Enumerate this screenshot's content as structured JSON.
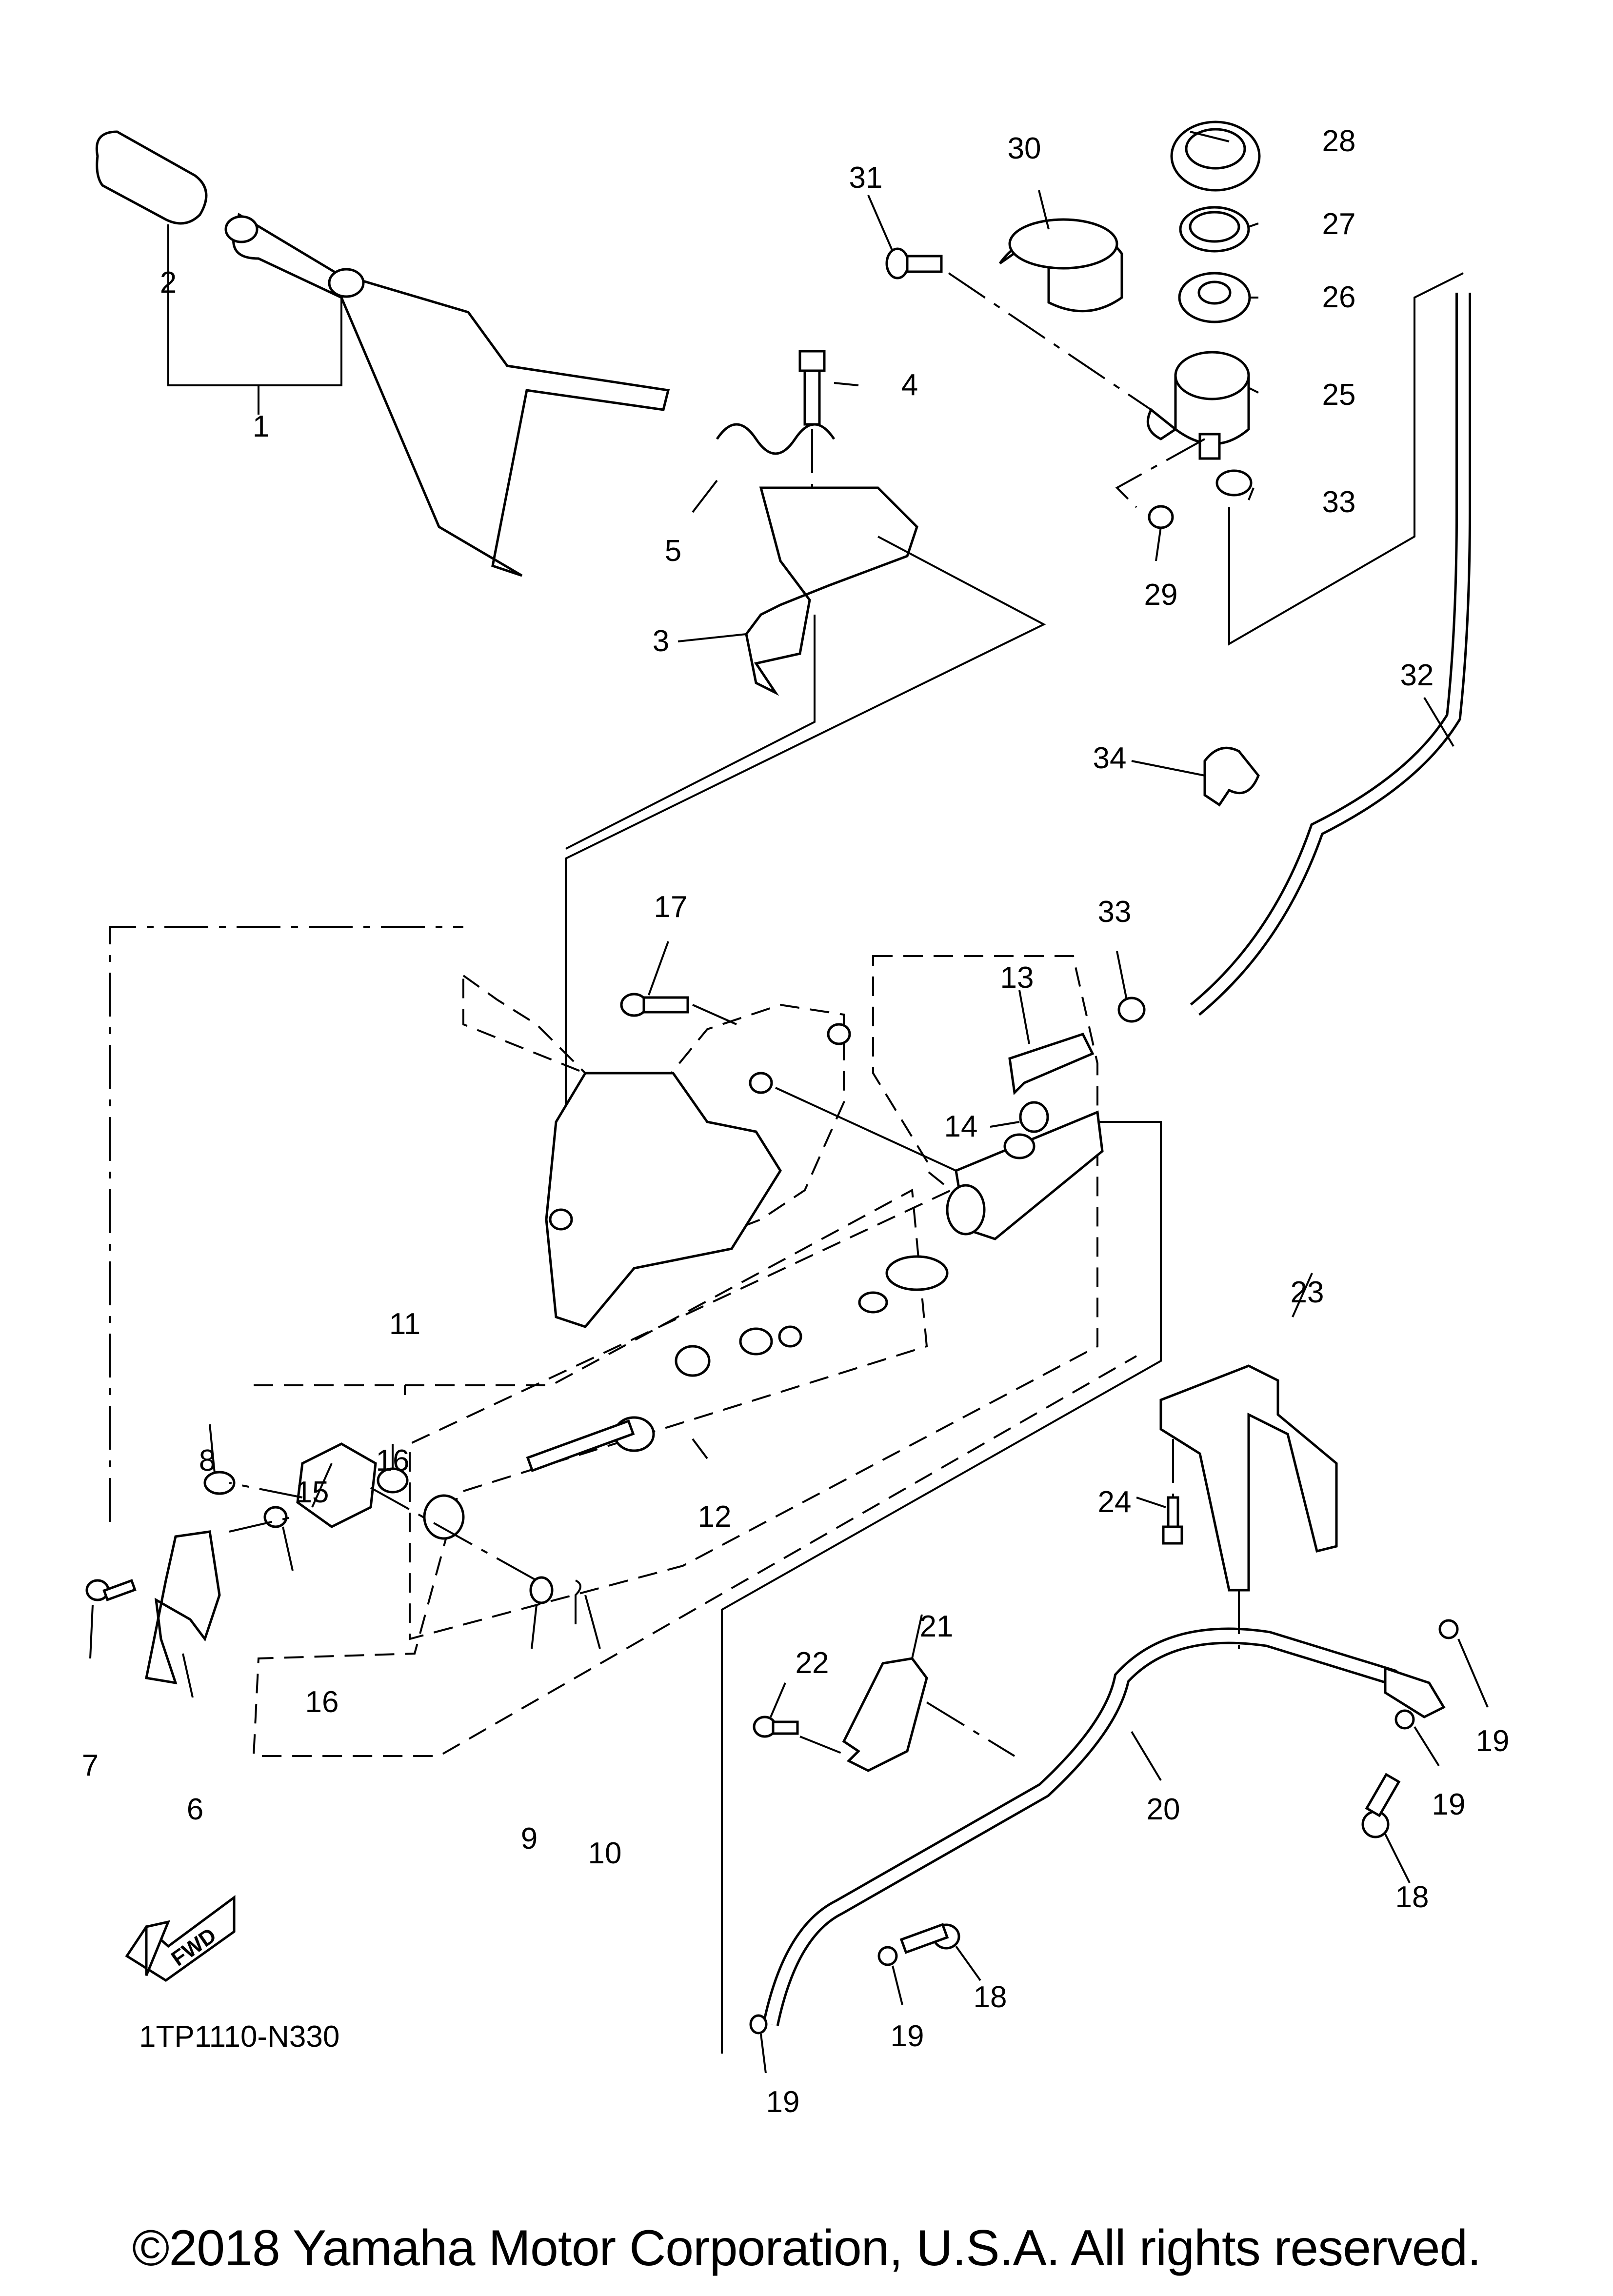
{
  "diagram": {
    "title_code": "1TP1110-N330",
    "copyright": "©2018 Yamaha Motor Corporation, U.S.A. All rights reserved.",
    "fwd_label": "FWD",
    "callouts": [
      {
        "id": "1",
        "text": "1"
      },
      {
        "id": "2",
        "text": "2"
      },
      {
        "id": "3",
        "text": "3"
      },
      {
        "id": "4",
        "text": "4"
      },
      {
        "id": "5",
        "text": "5"
      },
      {
        "id": "6",
        "text": "6"
      },
      {
        "id": "7",
        "text": "7"
      },
      {
        "id": "8",
        "text": "8"
      },
      {
        "id": "9",
        "text": "9"
      },
      {
        "id": "10",
        "text": "10"
      },
      {
        "id": "11",
        "text": "11"
      },
      {
        "id": "12",
        "text": "12"
      },
      {
        "id": "13",
        "text": "13"
      },
      {
        "id": "14",
        "text": "14"
      },
      {
        "id": "15",
        "text": "15"
      },
      {
        "id": "16a",
        "text": "16"
      },
      {
        "id": "16b",
        "text": "16"
      },
      {
        "id": "17",
        "text": "17"
      },
      {
        "id": "18a",
        "text": "18"
      },
      {
        "id": "18b",
        "text": "18"
      },
      {
        "id": "19a",
        "text": "19"
      },
      {
        "id": "19b",
        "text": "19"
      },
      {
        "id": "19c",
        "text": "19"
      },
      {
        "id": "19d",
        "text": "19"
      },
      {
        "id": "20",
        "text": "20"
      },
      {
        "id": "21",
        "text": "21"
      },
      {
        "id": "22",
        "text": "22"
      },
      {
        "id": "23",
        "text": "23"
      },
      {
        "id": "24",
        "text": "24"
      },
      {
        "id": "25",
        "text": "25"
      },
      {
        "id": "26",
        "text": "26"
      },
      {
        "id": "27",
        "text": "27"
      },
      {
        "id": "28",
        "text": "28"
      },
      {
        "id": "29",
        "text": "29"
      },
      {
        "id": "30",
        "text": "30"
      },
      {
        "id": "31",
        "text": "31"
      },
      {
        "id": "32",
        "text": "32"
      },
      {
        "id": "33a",
        "text": "33"
      },
      {
        "id": "33b",
        "text": "33"
      },
      {
        "id": "34",
        "text": "34"
      }
    ]
  }
}
